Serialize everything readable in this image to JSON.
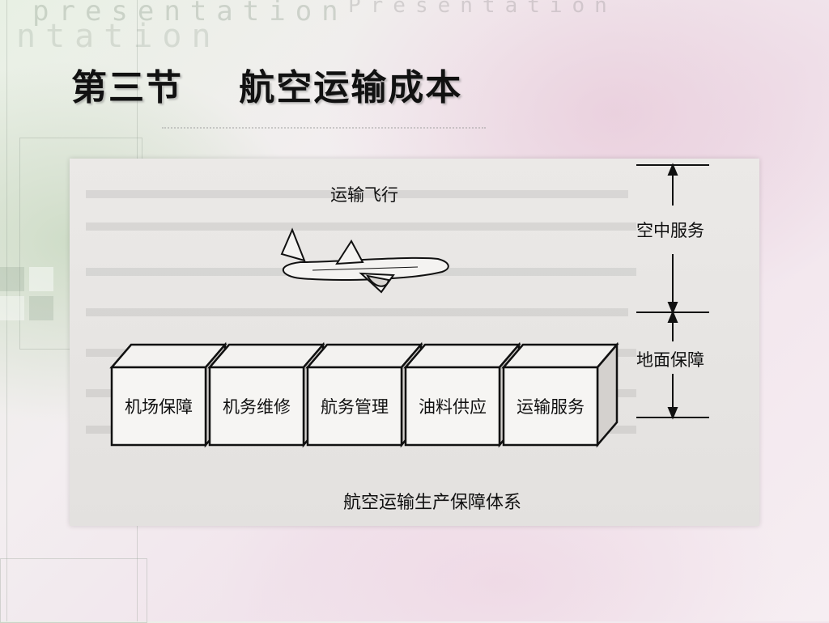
{
  "slide": {
    "title": "第三节    航空运输成本",
    "decor_words": [
      "presentation",
      "ntation",
      "Presentation"
    ]
  },
  "diagram": {
    "plane_label": "运输飞行",
    "air_service_label": "空中服务",
    "ground_service_label": "地面保障",
    "boxes": [
      "机场保障",
      "机务维修",
      "航务管理",
      "油料供应",
      "运输服务"
    ],
    "caption": "航空运输生产保障体系"
  }
}
